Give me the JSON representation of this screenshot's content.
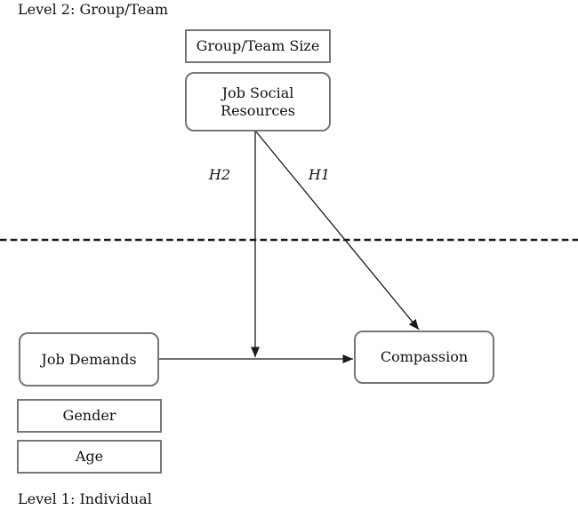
{
  "diagram": {
    "title_top": "Level 2: Group/Team",
    "title_bottom": "Level 1: Individual",
    "nodes": {
      "group_team_size": "Group/Team Size",
      "job_social_resources": "Job Social Resources",
      "job_demands": "Job Demands",
      "compassion": "Compassion",
      "gender": "Gender",
      "age": "Age"
    },
    "hypotheses": {
      "h1": "H1",
      "h2": "H2"
    },
    "edges": [
      {
        "from": "job_social_resources",
        "to": "compassion",
        "label": "H1",
        "type": "direct-arrow"
      },
      {
        "from": "job_social_resources",
        "to": "job_demands->compassion path",
        "label": "H2",
        "type": "moderation-arrow"
      },
      {
        "from": "job_demands",
        "to": "compassion",
        "label": "",
        "type": "direct-arrow"
      }
    ],
    "separator": {
      "style": "dashed",
      "between": [
        "Level 2: Group/Team",
        "Level 1: Individual"
      ]
    },
    "colors": {
      "background": "#ffffff",
      "line": "#1a1a1a",
      "box_border": "#767676",
      "text": "#111111"
    }
  }
}
